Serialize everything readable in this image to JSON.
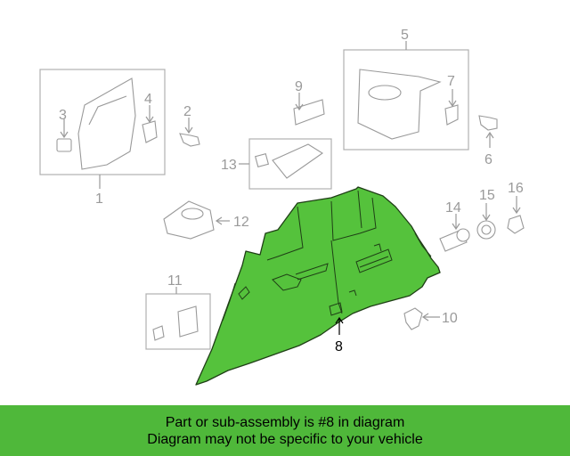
{
  "callouts": {
    "c1": "1",
    "c2": "2",
    "c3": "3",
    "c4": "4",
    "c5": "5",
    "c6": "6",
    "c7": "7",
    "c8": "8",
    "c9": "9",
    "c10": "10",
    "c11": "11",
    "c12": "12",
    "c13": "13",
    "c14": "14",
    "c15": "15",
    "c16": "16"
  },
  "highlight": {
    "part_number": "8",
    "color": "#55c23c"
  },
  "banner": {
    "line1": "Part or sub-assembly is #8 in diagram",
    "line2": "Diagram may not be specific to your vehicle",
    "color": "#4fb83a"
  }
}
